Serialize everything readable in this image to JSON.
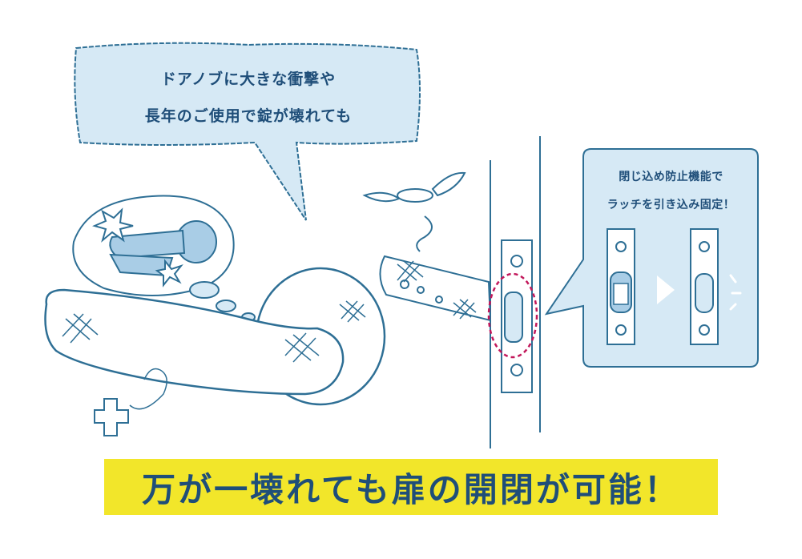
{
  "speech_bubble": {
    "line1": "ドアノブに大きな衝撃や",
    "line2": "長年のご使用で錠が壊れても"
  },
  "info_panel": {
    "line1": "閉じ込め防止機能で",
    "line2": "ラッチを引き込み固定！"
  },
  "banner": {
    "text": "万が一壊れても扉の開閉が可能！"
  },
  "colors": {
    "line": "#2e6f95",
    "fill_light": "#d6e9f5",
    "fill_mid": "#a9cde6",
    "text_dark": "#1f4e79",
    "banner": "#f2e62a",
    "highlight": "#c2185b"
  }
}
